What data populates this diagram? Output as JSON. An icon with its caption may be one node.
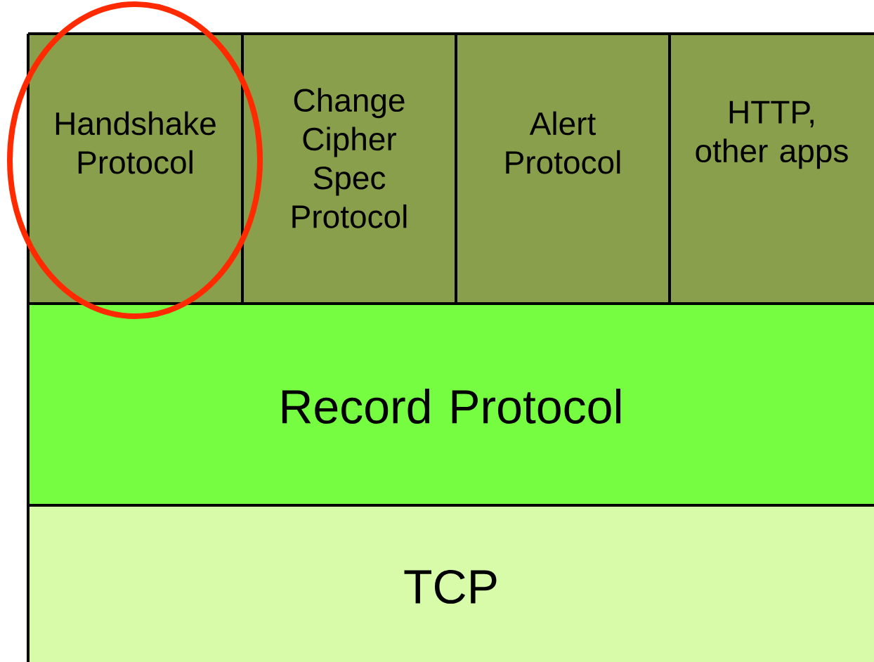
{
  "diagram": {
    "nodes": [
      {
        "text": [
          "Handshake Protocol"
        ]
      },
      {
        "text": [
          "Change Cipher Spec Protocol"
        ]
      },
      {
        "text": [
          "Alert Protocol"
        ]
      },
      {
        "text": [
          "HTTP, other apps"
        ]
      },
      {
        "text": [
          "Record Protocol"
        ]
      },
      {
        "text": [
          "TCP"
        ]
      }
    ]
  }
}
